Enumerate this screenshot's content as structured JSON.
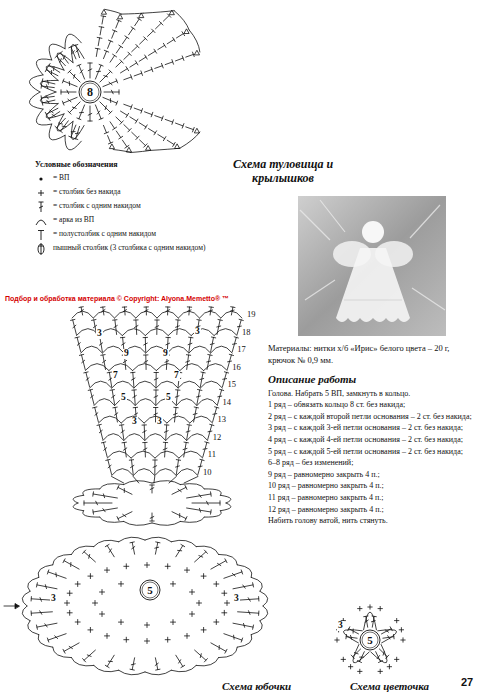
{
  "diagram": {
    "nodes": [
      {
        "text": [
          "8"
        ]
      },
      {
        "text": [
          "5"
        ]
      },
      {
        "text": [
          "5"
        ]
      }
    ],
    "labels": [
      "Схема туловища и крылышков",
      "Условные обозначения",
      "Подбор и обработка материала © Copyright: Alyona.Memetto® ™",
      "Материалы: нитки х/б «Ирис» белого цвета – 20 г, крючок № 0,9 мм.",
      "Описание работы",
      "Голова. Набрать 5 ВП, замкнуть в кольцо.",
      "1 ряд – обвязать кольцо 8 ст. без накида;",
      "2 ряд – с каждой второй петли основания – 2 ст. без накида;",
      "3 ряд – с каждой 3-ей петли основания – 2 ст. без накида;",
      "4 ряд – с каждой 4-ей петли основания – 2 ст. без накида;",
      "5 ряд – с каждой 5-ей петли основания – 2 ст. без накида;",
      "6–8 ряд – без изменений;",
      "9 ряд – равномерно закрыть 4 п.;",
      "10 ряд – равномерно закрыть 4 п.;",
      "11 ряд – равномерно закрыть 4 п.;",
      "12 ряд – равномерно закрыть 4 п.;",
      "Набить голову ватой, нить стянуть.",
      "Схема юбочки",
      "Схема цветочка",
      "27",
      "19",
      "18",
      "17",
      "16",
      "15",
      "14",
      "13",
      "12",
      "11",
      "10",
      "3",
      "3",
      "9",
      "9",
      "7",
      "7",
      "5",
      "5",
      "3",
      "3",
      "3",
      "3",
      "3"
    ],
    "legend": [
      {
        "text": "= ВП"
      },
      {
        "text": "= столбик без накида"
      },
      {
        "text": "= столбик с одним накидом"
      },
      {
        "text": "= арка из ВП"
      },
      {
        "text": "= полустолбик с одним накидом"
      },
      {
        "text": "пышный столбик (3 столбика с одним накидом)"
      }
    ]
  }
}
